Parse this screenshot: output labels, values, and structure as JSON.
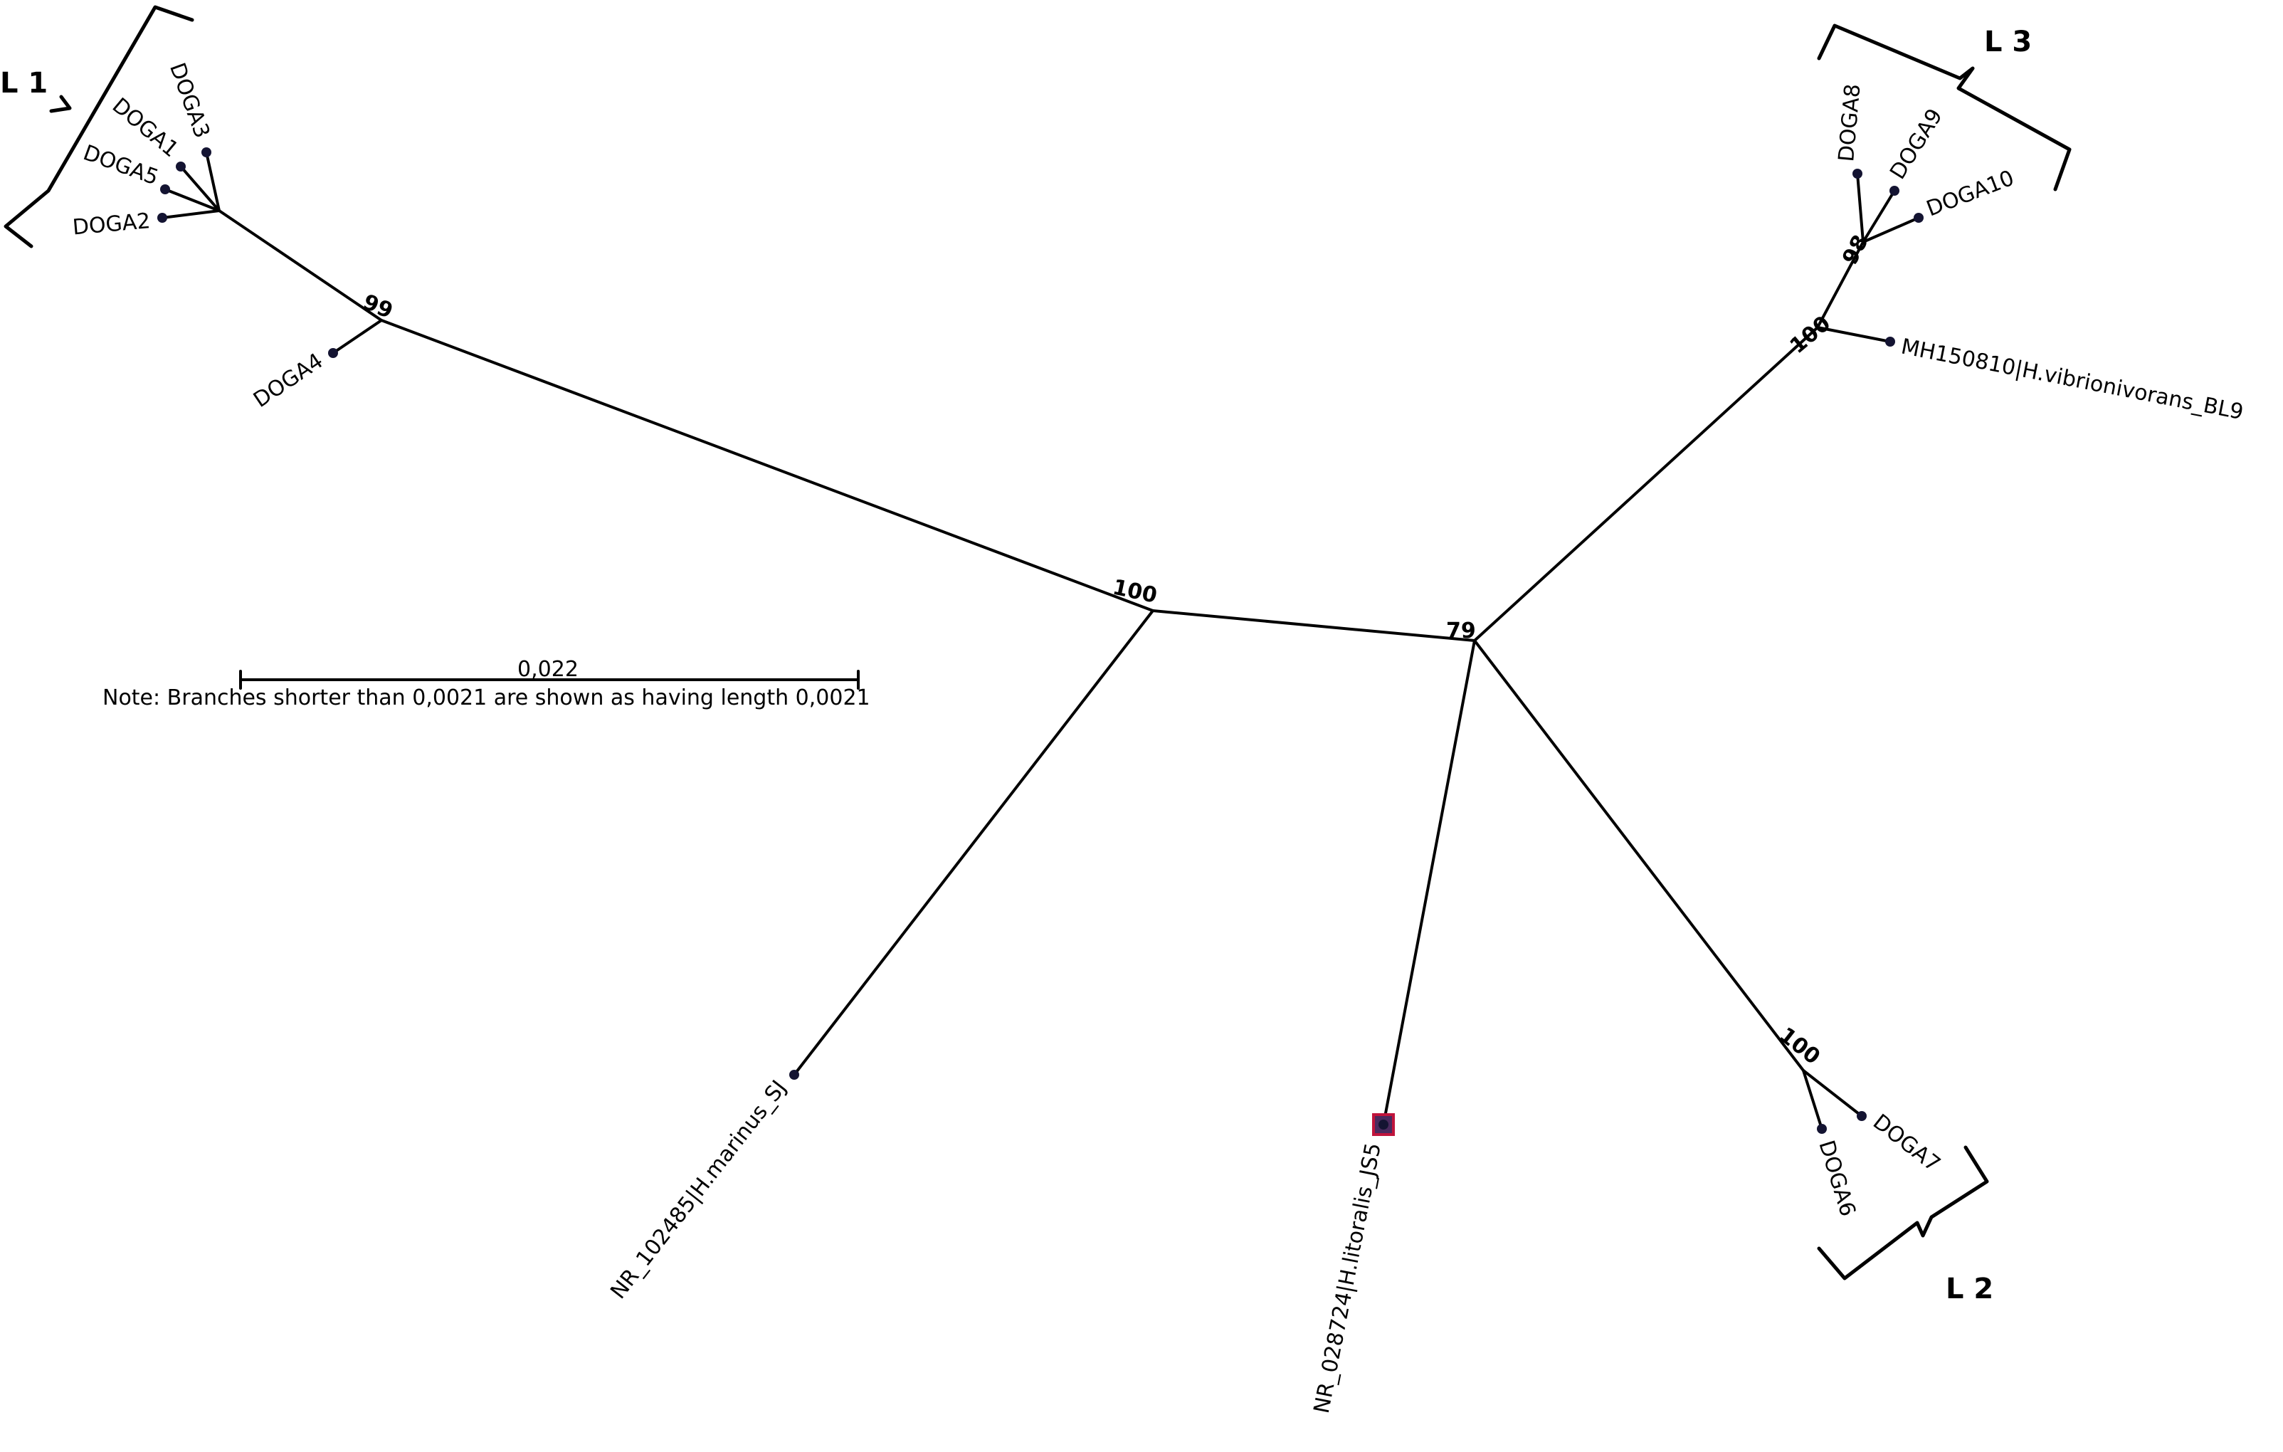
{
  "tree": {
    "leaves": {
      "doga1": "DOGA1",
      "doga2": "DOGA2",
      "doga3": "DOGA3",
      "doga4": "DOGA4",
      "doga5": "DOGA5",
      "doga6": "DOGA6",
      "doga7": "DOGA7",
      "doga8": "DOGA8",
      "doga9": "DOGA9",
      "doga10": "DOGA10",
      "vibrionivorans": "MH150810|H.vibrionivorans_BL9",
      "marinus": "NR_102485|H.marinus_SJ",
      "litoralis": "NR_028724|H.litoralis_JS5"
    },
    "support": {
      "l1_node": "99",
      "left_internal": "100",
      "central": "79",
      "l3_node": "98",
      "right_internal": "100",
      "l2_node": "100"
    },
    "clades": {
      "l1": "L 1",
      "l2": "L 2",
      "l3": "L 3"
    },
    "highlight_color": "#c0143c",
    "leaf_color": "#141432"
  },
  "scale_bar": {
    "value": "0,022",
    "note": "Note: Branches shorter than 0,0021 are shown as having length 0,0021"
  }
}
